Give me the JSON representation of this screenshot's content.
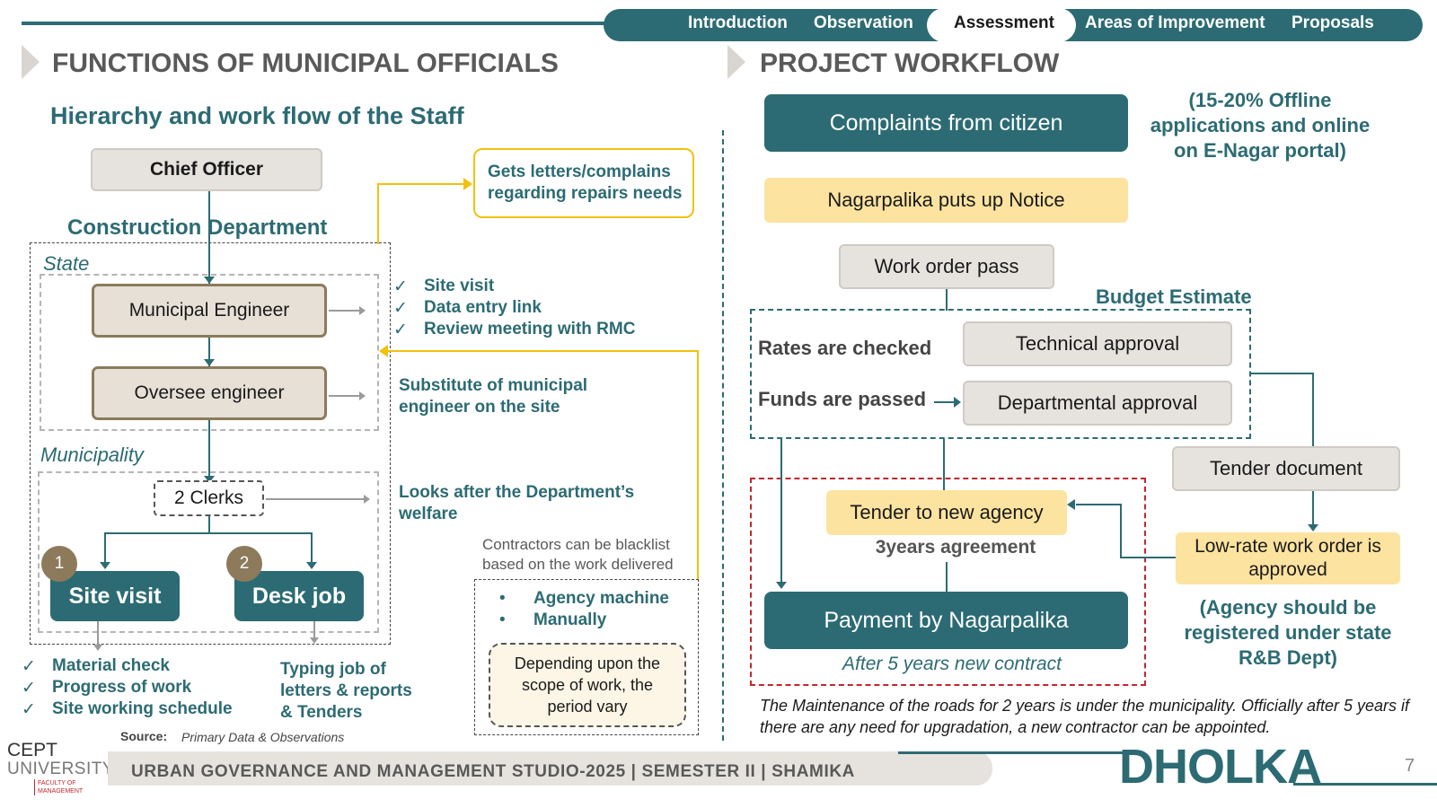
{
  "nav": {
    "tabs": [
      {
        "label": "Introduction"
      },
      {
        "label": "Observation"
      },
      {
        "label": "Assessment"
      },
      {
        "label": "Areas of Improvement"
      },
      {
        "label": "Proposals"
      }
    ],
    "active_index": 2
  },
  "left": {
    "section_title": "FUNCTIONS OF MUNICIPAL OFFICIALS",
    "subtitle": "Hierarchy and work flow of the Staff",
    "chief_officer": "Chief Officer",
    "dept_label": "Construction Department",
    "state_label": "State",
    "municipal_engineer": "Municipal Engineer",
    "oversee_engineer": "Oversee engineer",
    "municipality_label": "Municipality",
    "clerks": "2 Clerks",
    "badge1": "1",
    "badge2": "2",
    "site_visit": "Site visit",
    "desk_job": "Desk job",
    "letters_callout": "Gets letters/complains regarding repairs needs",
    "me_tasks": [
      "Site visit",
      "Data entry link",
      "Review meeting with RMC"
    ],
    "oe_role": "Substitute of municipal engineer on the site",
    "clerks_role": "Looks after the Department’s welfare",
    "blacklist_note": "Contractors can be blacklist based on the work delivered",
    "blacklist_items": [
      "Agency machine",
      "Manually"
    ],
    "depending_note": "Depending upon the scope of work, the period vary",
    "site_tasks": [
      "Material check",
      "Progress of work",
      "Site working schedule"
    ],
    "desk_tasks": "Typing job of letters & reports & Tenders",
    "source_label": "Source:",
    "source_text": "Primary Data & Observations"
  },
  "right": {
    "section_title": "PROJECT WORKFLOW",
    "complaints": "Complaints from citizen",
    "offline_note": "(15-20% Offline applications and online on E-Nagar portal)",
    "notice": "Nagarpalika puts up Notice",
    "work_order": "Work order pass",
    "budget_label": "Budget Estimate",
    "rates_checked": "Rates are checked",
    "funds_passed": "Funds are  passed",
    "technical_approval": "Technical approval",
    "departmental_approval": "Departmental approval",
    "tender_document": "Tender document",
    "tender_new_agency": "Tender to new agency",
    "agreement": "3years agreement",
    "low_rate": "Low-rate work order is approved",
    "agency_note": "(Agency should be registered under state R&B Dept)",
    "payment": "Payment by Nagarpalika",
    "new_contract": "After 5 years new contract",
    "maintenance_note": "The Maintenance of the roads for 2 years is under the municipality. Officially after 5 years if there are any need for upgradation, a new contractor can be appointed."
  },
  "footer": {
    "logo_top": "CEPT",
    "logo_mid": "UNIVERSITY",
    "logo_sub": "FACULTY OF MANAGEMENT",
    "studio": "URBAN GOVERNANCE AND MANAGEMENT STUDIO-2025 | SEMESTER II | SHAMIKA",
    "city": "DHOLKA",
    "page": "7"
  },
  "colors": {
    "teal": "#2c6b73",
    "yellow_line": "#f2c10b",
    "yellow_fill": "#fde3a0",
    "grey_fill": "#e6e3df",
    "red_dash": "#c1272d"
  }
}
